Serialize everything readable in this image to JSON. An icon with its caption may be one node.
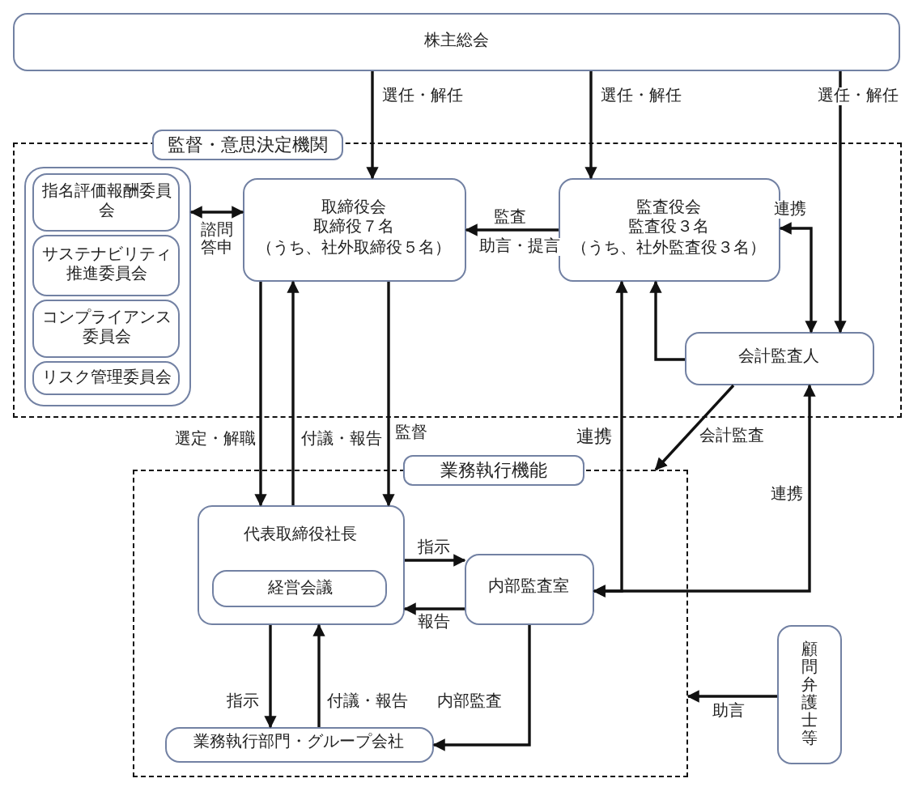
{
  "diagram": {
    "nodes": [
      {
        "text": [
          "株主総会"
        ]
      },
      {
        "text": [
          "監督・意思決定機関"
        ]
      },
      {
        "text": [],
        "shape": "box",
        "in": 1
      },
      {
        "text": [
          "指名評価報酬委員会"
        ],
        "in": 2
      },
      {
        "text": [
          "サステナビリティ推進委員会"
        ],
        "in": 2
      },
      {
        "text": [
          "コンプライアンス委員会"
        ],
        "in": 2
      },
      {
        "text": [
          "リスク管理委員会"
        ],
        "in": 2
      },
      {
        "text": [
          "取締役会",
          "取締役７名",
          "（うち、社外取締役５名）"
        ],
        "in": 1
      },
      {
        "text": [
          "監査役会",
          "監査役３名",
          "（うち、社外監査役３名）"
        ],
        "in": 1
      },
      {
        "text": [
          "会計監査人"
        ],
        "in": 1
      },
      {
        "text": [
          "業務執行機能"
        ]
      },
      {
        "text": [
          "代表取締役社長"
        ],
        "in": 10
      },
      {
        "text": [
          "経営会議"
        ],
        "in": 11
      },
      {
        "text": [
          "内部監査室"
        ],
        "in": 10
      },
      {
        "text": [
          "業務執行部門・グループ会社"
        ],
        "in": 10
      },
      {
        "text": [
          "顧問弁護士等"
        ]
      }
    ],
    "edges": [
      {
        "from": 0,
        "to": 7,
        "arrow": "to",
        "label": "選任・解任"
      },
      {
        "from": 0,
        "to": 8,
        "arrow": "to",
        "label": "選任・解任"
      },
      {
        "from": 0,
        "to": 9,
        "arrow": "to",
        "label": "選任・解任"
      },
      {
        "from": 2,
        "to": 7,
        "arrow": "both",
        "label": "諮問答申"
      },
      {
        "from": 8,
        "to": 7,
        "arrow": "to",
        "label": "監査"
      },
      {
        "from": 8,
        "to": 9,
        "arrow": "both",
        "label": "連携"
      },
      {
        "from": 9,
        "to": 8,
        "arrow": "to"
      },
      {
        "from": 7,
        "to": 11,
        "arrow": "to",
        "label": "選定・解職"
      },
      {
        "from": 11,
        "to": 7,
        "arrow": "to",
        "label": "付議・報告"
      },
      {
        "from": 7,
        "to": 11,
        "arrow": "to",
        "label": "監督"
      },
      {
        "from": 9,
        "to": 10,
        "arrow": "to",
        "label": "会計監査"
      },
      {
        "from": 13,
        "to": 9,
        "arrow": "both",
        "label": "連携"
      },
      {
        "from": 13,
        "to": 8,
        "arrow": "both",
        "label": "連携"
      },
      {
        "from": 11,
        "to": 13,
        "arrow": "to",
        "label": "指示"
      },
      {
        "from": 13,
        "to": 11,
        "arrow": "to",
        "label": "報告"
      },
      {
        "from": 11,
        "to": 14,
        "arrow": "to",
        "label": "指示"
      },
      {
        "from": 14,
        "to": 11,
        "arrow": "to",
        "label": "付議・報告"
      },
      {
        "from": 13,
        "to": 14,
        "arrow": "to",
        "label": "内部監査"
      },
      {
        "from": 15,
        "to": 10,
        "arrow": "to",
        "label": "助言"
      }
    ],
    "labels": [
      "助言・提言"
    ]
  }
}
